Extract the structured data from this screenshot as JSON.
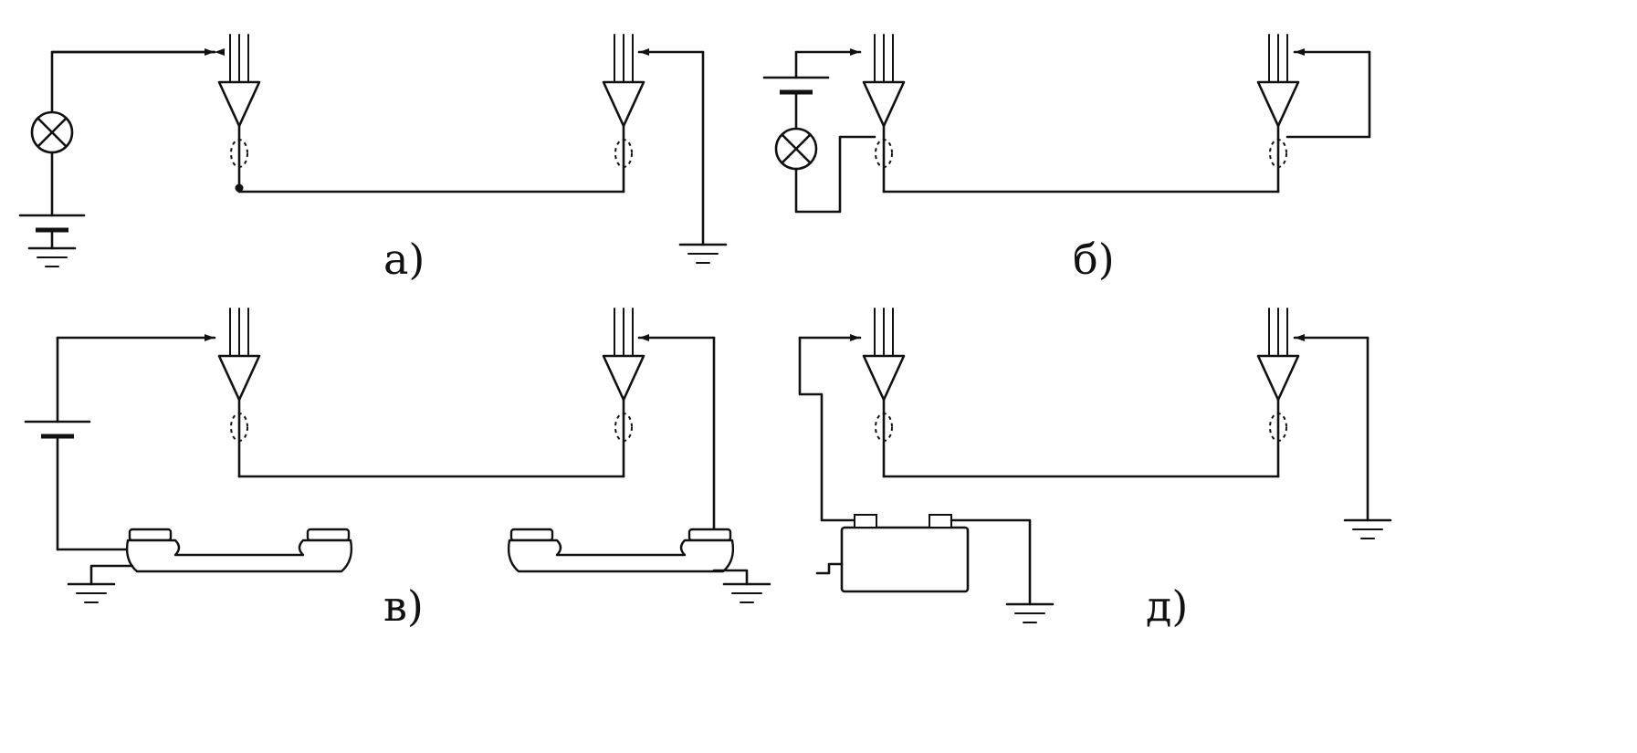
{
  "panels": [
    {
      "id": "a",
      "label": "а)"
    },
    {
      "id": "b",
      "label": "б)"
    },
    {
      "id": "v",
      "label": "в)"
    },
    {
      "id": "d",
      "label": "д)"
    }
  ],
  "colors": {
    "ink": "#111111",
    "background": "#ffffff"
  },
  "icons": [
    "lamp-icon",
    "battery-icon",
    "ground-icon",
    "cable-core-icon",
    "telephone-handset-icon",
    "magneto-generator-icon"
  ]
}
